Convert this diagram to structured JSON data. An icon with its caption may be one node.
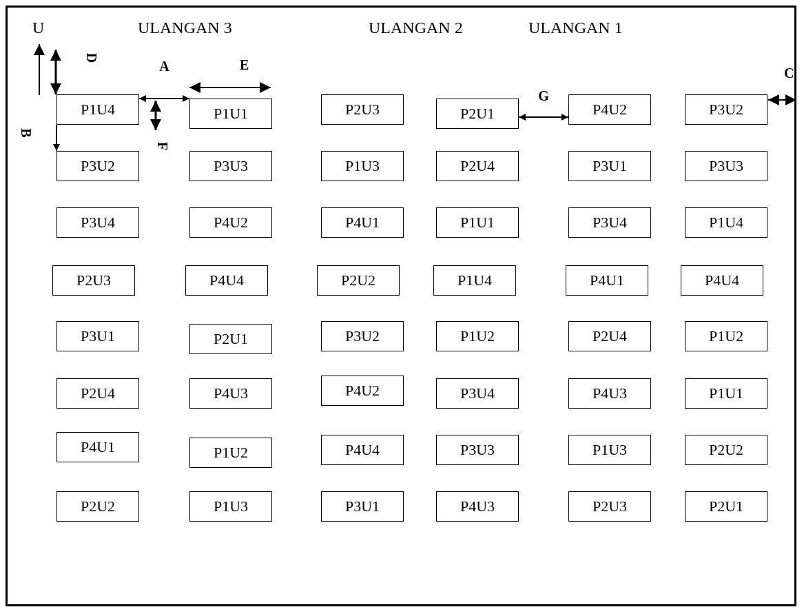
{
  "diagram": {
    "nodes": [
      {
        "text": [
          "P1U4"
        ]
      },
      {
        "text": [
          "P1U1"
        ]
      },
      {
        "text": [
          "P2U3"
        ]
      },
      {
        "text": [
          "P2U1"
        ]
      },
      {
        "text": [
          "P4U2"
        ]
      },
      {
        "text": [
          "P3U2"
        ]
      },
      {
        "text": [
          "P3U2"
        ]
      },
      {
        "text": [
          "P3U3"
        ]
      },
      {
        "text": [
          "P1U3"
        ]
      },
      {
        "text": [
          "P2U4"
        ]
      },
      {
        "text": [
          "P3U1"
        ]
      },
      {
        "text": [
          "P3U3"
        ]
      },
      {
        "text": [
          "P3U4"
        ]
      },
      {
        "text": [
          "P4U2"
        ]
      },
      {
        "text": [
          "P4U1"
        ]
      },
      {
        "text": [
          "P1U1"
        ]
      },
      {
        "text": [
          "P3U4"
        ]
      },
      {
        "text": [
          "P1U4"
        ]
      },
      {
        "text": [
          "P2U3"
        ]
      },
      {
        "text": [
          "P4U4"
        ]
      },
      {
        "text": [
          "P2U2"
        ]
      },
      {
        "text": [
          "P1U4"
        ]
      },
      {
        "text": [
          "P4U1"
        ]
      },
      {
        "text": [
          "P4U4"
        ]
      },
      {
        "text": [
          "P3U1"
        ]
      },
      {
        "text": [
          "P2U1"
        ]
      },
      {
        "text": [
          "P3U2"
        ]
      },
      {
        "text": [
          "P1U2"
        ]
      },
      {
        "text": [
          "P2U4"
        ]
      },
      {
        "text": [
          "P1U2"
        ]
      },
      {
        "text": [
          "P2U4"
        ]
      },
      {
        "text": [
          "P4U3"
        ]
      },
      {
        "text": [
          "P4U2"
        ]
      },
      {
        "text": [
          "P3U4"
        ]
      },
      {
        "text": [
          "P4U3"
        ]
      },
      {
        "text": [
          "P1U1"
        ]
      },
      {
        "text": [
          "P4U1"
        ]
      },
      {
        "text": [
          "P1U2"
        ]
      },
      {
        "text": [
          "P4U4"
        ]
      },
      {
        "text": [
          "P3U3"
        ]
      },
      {
        "text": [
          "P1U3"
        ]
      },
      {
        "text": [
          "P2U2"
        ]
      },
      {
        "text": [
          "P2U2"
        ]
      },
      {
        "text": [
          "P1U3"
        ]
      },
      {
        "text": [
          "P3U1"
        ]
      },
      {
        "text": [
          "P4U3"
        ]
      },
      {
        "text": [
          "P2U3"
        ]
      },
      {
        "text": [
          "P2U1"
        ]
      }
    ],
    "edges": [
      {
        "from": 0,
        "to": 1,
        "arrow": "both",
        "label": "A"
      },
      {
        "from": 3,
        "to": 4,
        "arrow": "both",
        "label": "G"
      },
      {
        "from": 0,
        "to": 6,
        "arrow": "to",
        "label": "B"
      }
    ],
    "labels": [
      "U",
      "ULANGAN 3",
      "ULANGAN 2",
      "ULANGAN 1",
      "E",
      "C",
      "D",
      "F"
    ]
  }
}
